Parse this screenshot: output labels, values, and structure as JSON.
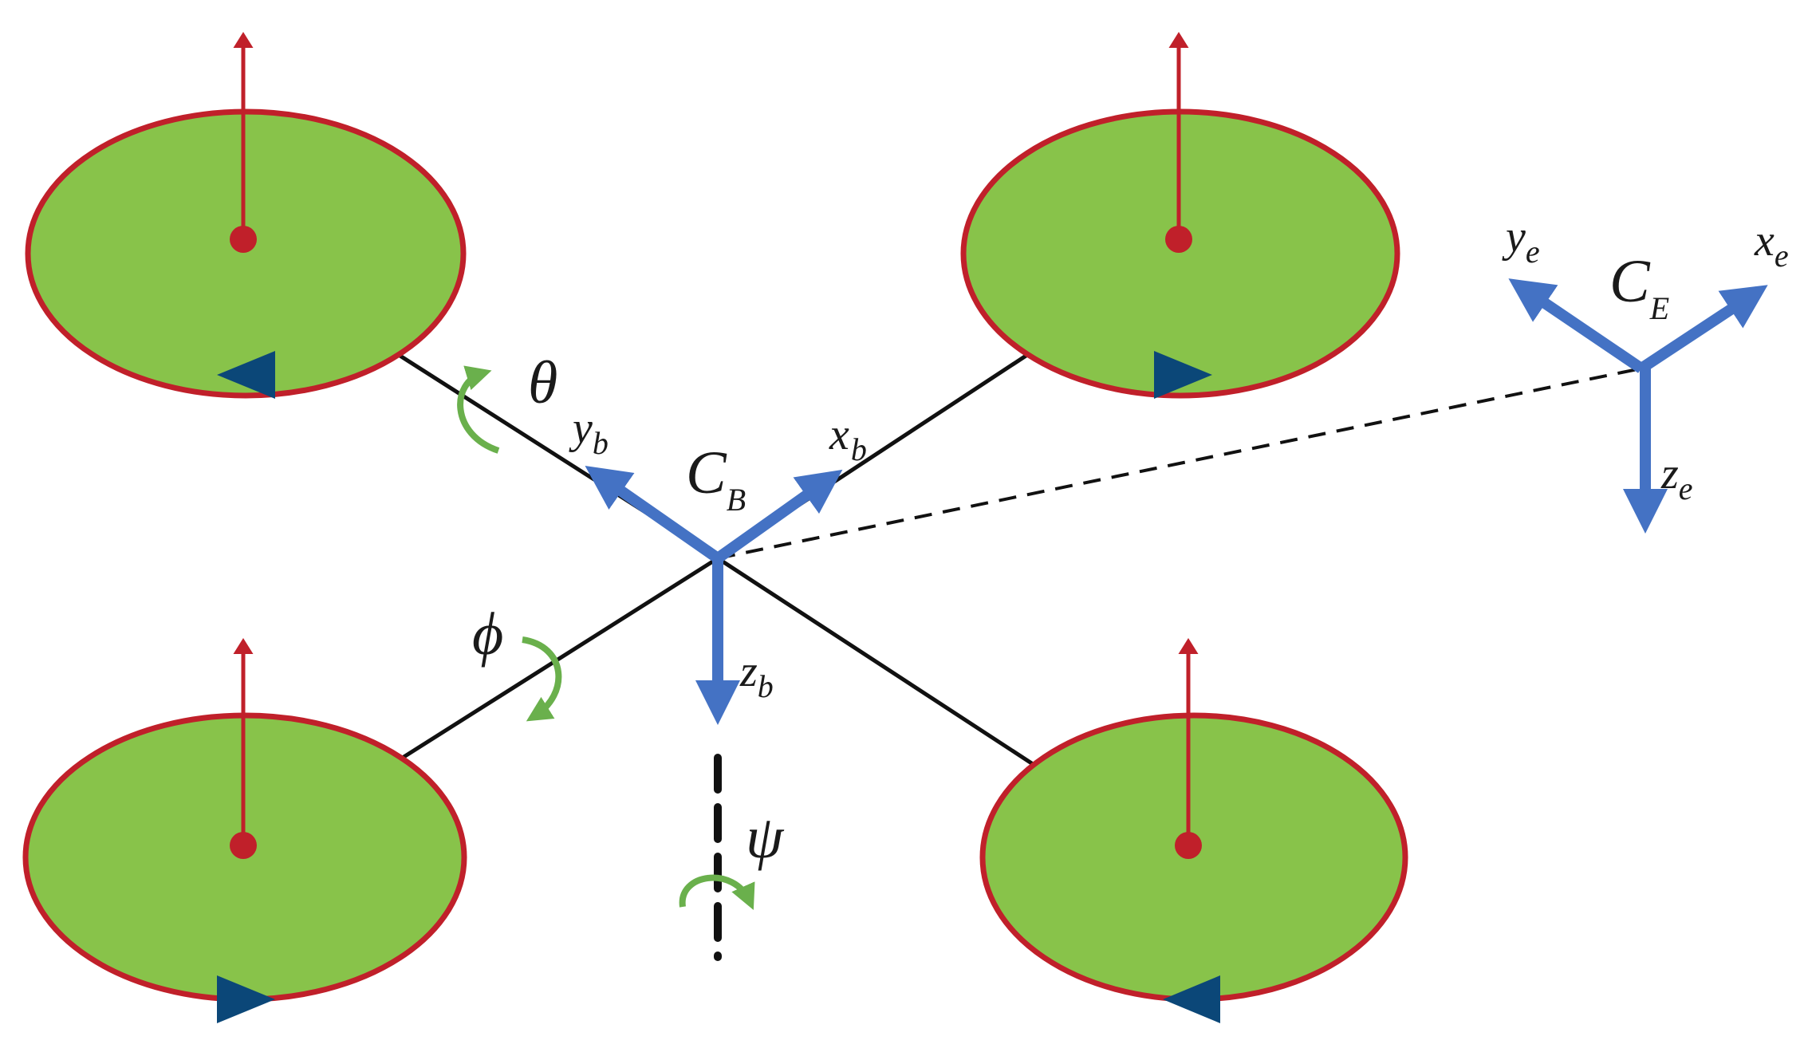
{
  "colors": {
    "rotor_fill": "#88c34a",
    "rotor_outline": "#c0202a",
    "thrust_arrow": "#c0202a",
    "frame_axis": "#4472c4",
    "rotation_arrow": "#6ab04c",
    "spin_marker": "#0b4778",
    "arm_line": "#111111"
  },
  "icons": {
    "thrust": "arrow-up-icon",
    "spin_direction": "triangle-marker-icon",
    "rotation": "curved-arrow-icon"
  },
  "rotors": [
    {
      "id": "front-left",
      "spin": "left"
    },
    {
      "id": "front-right",
      "spin": "right"
    },
    {
      "id": "rear-left",
      "spin": "right"
    },
    {
      "id": "rear-right",
      "spin": "left"
    }
  ],
  "labels": {
    "body_frame": {
      "main": "C",
      "sub": "B"
    },
    "earth_frame": {
      "main": "C",
      "sub": "E"
    },
    "xb": {
      "main": "x",
      "sub": "b"
    },
    "yb": {
      "main": "y",
      "sub": "b"
    },
    "zb": {
      "main": "z",
      "sub": "b"
    },
    "xe": {
      "main": "x",
      "sub": "e"
    },
    "ye": {
      "main": "y",
      "sub": "e"
    },
    "ze": {
      "main": "z",
      "sub": "e"
    },
    "pitch": "θ",
    "roll": "ϕ",
    "yaw": "ψ"
  }
}
